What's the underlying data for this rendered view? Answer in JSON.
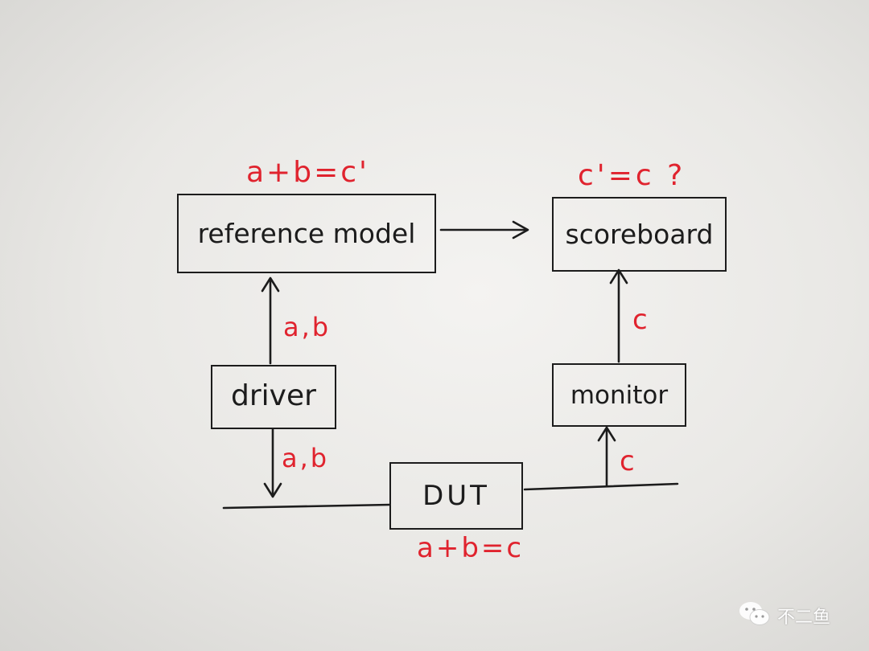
{
  "colors": {
    "ink": "#1c1c1c",
    "annotation": "#e0232e",
    "paper": "#efeeec"
  },
  "nodes": {
    "reference_model": "reference model",
    "scoreboard": "scoreboard",
    "driver": "driver",
    "monitor": "monitor",
    "dut": "DUT"
  },
  "annotations": {
    "ref_formula": "a+b=c'",
    "score_question": "c'=c ?",
    "driver_to_ref": "a,b",
    "driver_to_dut": "a,b",
    "monitor_to_score": "c",
    "dut_to_monitor": "c",
    "dut_formula": "a+b=c"
  },
  "watermark": {
    "icon": "wechat-icon",
    "text": "不二鱼"
  }
}
